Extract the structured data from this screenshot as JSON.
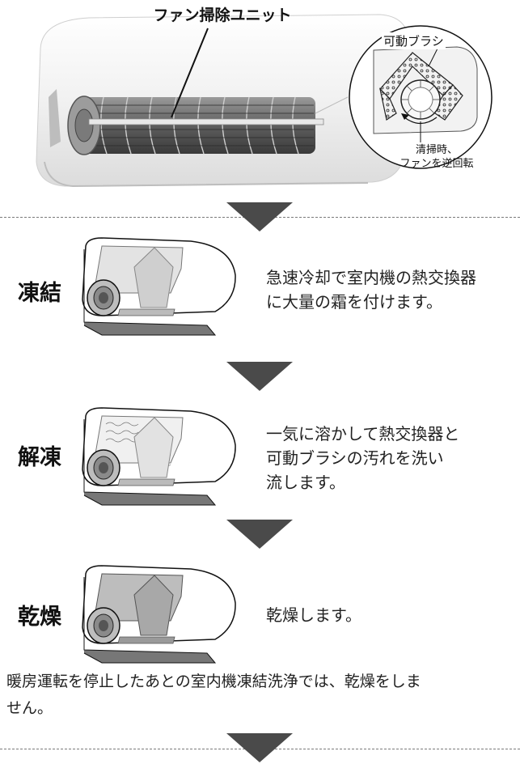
{
  "top": {
    "fan_unit_label": "ファン掃除ユニット",
    "brush_label": "可動ブラシ",
    "rotation_note": [
      "清掃時、",
      "ファンを逆回転"
    ]
  },
  "steps": [
    {
      "label": "凍結",
      "desc": [
        "急速冷却で室内機の熱交換器",
        "に大量の霜を付けます。"
      ]
    },
    {
      "label": "解凍",
      "desc": [
        "一気に溶かして熱交換器と",
        "可動ブラシの汚れを洗い",
        "流します。"
      ]
    },
    {
      "label": "乾燥",
      "desc": [
        "乾燥します。"
      ]
    }
  ],
  "note": [
    "暖房運転を停止したあとの室内機凍結洗浄では、乾燥をしま",
    "せん。"
  ],
  "colors": {
    "arrow": "#4a4a4a",
    "dash": "#7a7a7a",
    "text": "#222222"
  }
}
